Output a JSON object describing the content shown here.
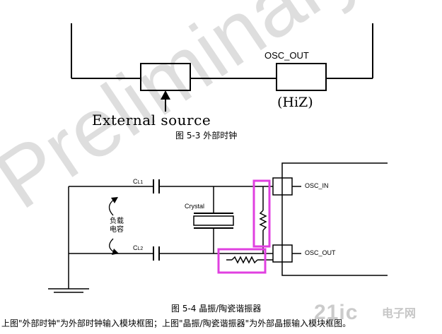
{
  "fig53": {
    "osc_out_label": "OSC_OUT",
    "hiz_label": "(HiZ)",
    "external_source_label": "External source",
    "caption": "图 5-3 外部时钟"
  },
  "fig54": {
    "cl1_main": "C",
    "cl1_sub": "L1",
    "cl2_main": "C",
    "cl2_sub": "L2",
    "load_cap_label": "负载电容",
    "crystal_label": "Crystal",
    "osc_in_label": "OSC_IN",
    "osc_out_label": "OSC_OUT",
    "caption": "图 5-4 晶振/陶瓷谐振器",
    "highlight_color": "#e040e0"
  },
  "description": "上图\"外部时钟\"为外部时钟输入模块框图；上图\"晶振/陶瓷谐振器\"为外部晶振输入模块框图。",
  "watermark": "Preliminary",
  "brand": {
    "logo": "21ic",
    "text": "电子网"
  }
}
